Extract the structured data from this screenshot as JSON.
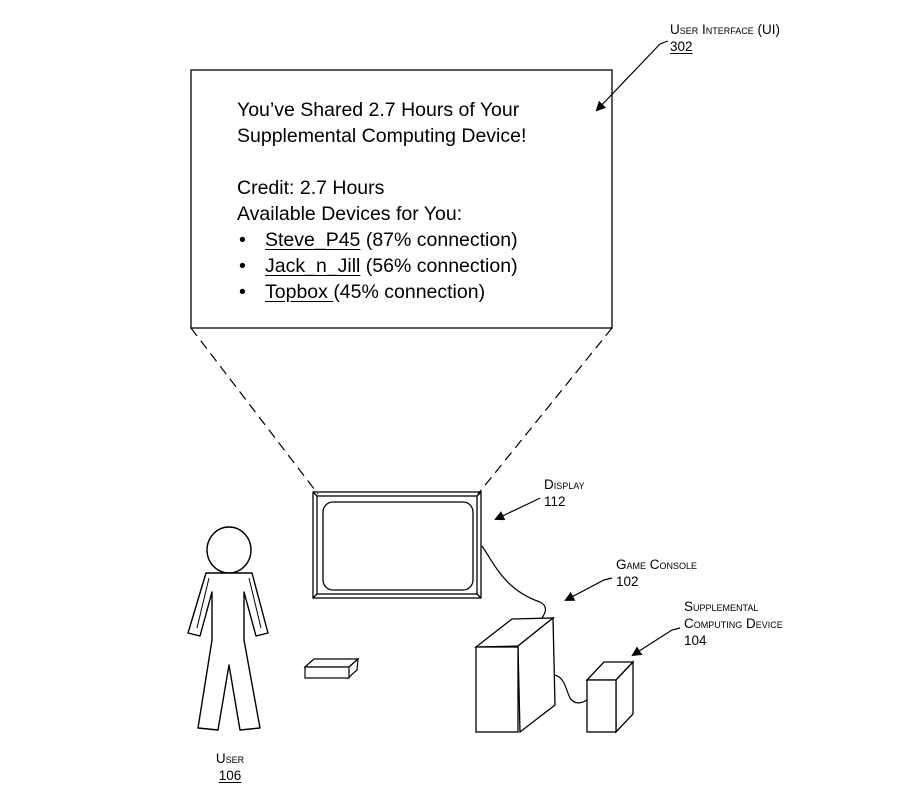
{
  "ui_screen": {
    "headline_line1": "You’ve Shared 2.7 Hours of Your",
    "headline_line2": "Supplemental Computing Device!",
    "credit": "Credit: 2.7 Hours",
    "available_heading": "Available Devices for You:",
    "devices": [
      {
        "name": "Steve_P45",
        "detail": " (87% connection)"
      },
      {
        "name": "Jack_n_Jill",
        "detail": " (56% connection)"
      },
      {
        "name": "Topbox ",
        "detail": "(45% connection)"
      }
    ]
  },
  "labels": {
    "ui": {
      "name": "User Interface (UI)",
      "ref": "302"
    },
    "display": {
      "name": "Display",
      "ref": "112"
    },
    "console": {
      "name": "Game Console",
      "ref": "102"
    },
    "supplemental": {
      "line1": "Supplemental",
      "line2": "Computing Device",
      "ref": "104"
    },
    "user": {
      "name": "User",
      "ref": "106"
    }
  }
}
